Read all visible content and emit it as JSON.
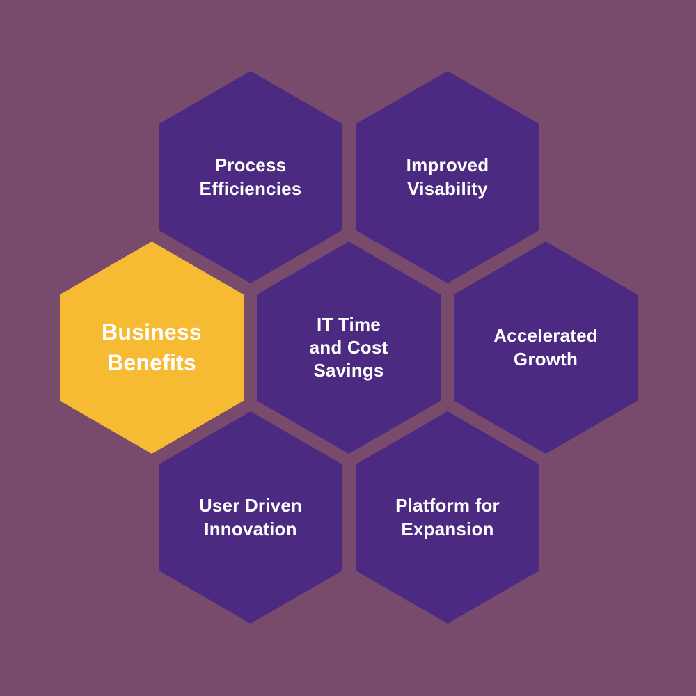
{
  "colors": {
    "background": "#784b6c",
    "hex_default": "#4c2a82",
    "hex_accent": "#f7ba33",
    "label_text": "#ffffff"
  },
  "hexagons": [
    {
      "id": "process-efficiencies",
      "variant": "default",
      "label": "Process Efficiencies",
      "lines": [
        "Process",
        "Efficiencies"
      ]
    },
    {
      "id": "improved-visability",
      "variant": "default",
      "label": "Improved Visability",
      "lines": [
        "Improved",
        "Visability"
      ]
    },
    {
      "id": "business-benefits",
      "variant": "accent",
      "label": "Business Benefits",
      "lines": [
        "Business",
        "Benefits"
      ]
    },
    {
      "id": "it-time-cost-savings",
      "variant": "default",
      "label": "IT Time and Cost Savings",
      "lines": [
        "IT Time",
        "and Cost",
        "Savings"
      ]
    },
    {
      "id": "accelerated-growth",
      "variant": "default",
      "label": "Accelerated Growth",
      "lines": [
        "Accelerated",
        "Growth"
      ]
    },
    {
      "id": "user-driven-innovation",
      "variant": "default",
      "label": "User Driven Innovation",
      "lines": [
        "User Driven",
        "Innovation"
      ]
    },
    {
      "id": "platform-for-expansion",
      "variant": "default",
      "label": "Platform for Expansion",
      "lines": [
        "Platform for",
        "Expansion"
      ]
    }
  ]
}
